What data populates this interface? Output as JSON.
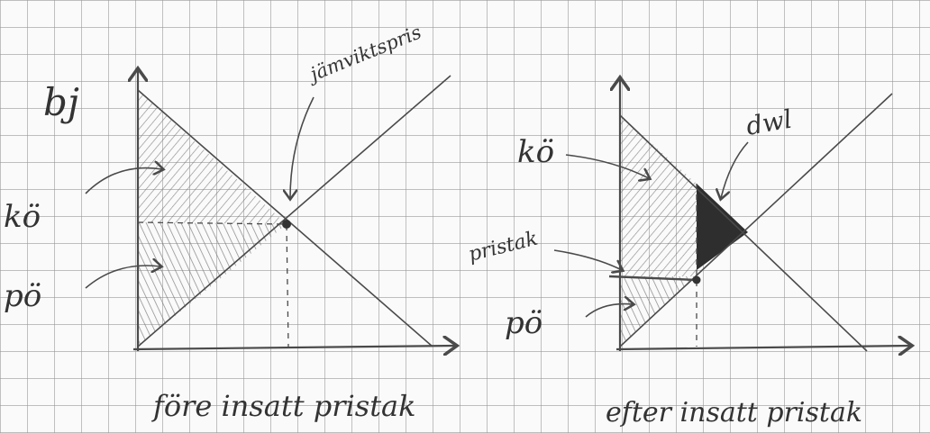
{
  "left_diagram": {
    "y_label": "bj",
    "consumer_surplus_label": "kö",
    "producer_surplus_label": "pö",
    "equilibrium_label": "jämviktspris",
    "caption": "före insatt pristak"
  },
  "right_diagram": {
    "consumer_surplus_label": "kö",
    "price_ceiling_label": "pristak",
    "producer_surplus_label": "pö",
    "deadweight_loss_label": "dwl",
    "caption": "efter insatt pristak"
  },
  "colors": {
    "grid": "#9a9a9a",
    "ink": "#4a4a4a",
    "dwl_fill": "#2e2e2e",
    "hatch": "#7a7a7a"
  }
}
